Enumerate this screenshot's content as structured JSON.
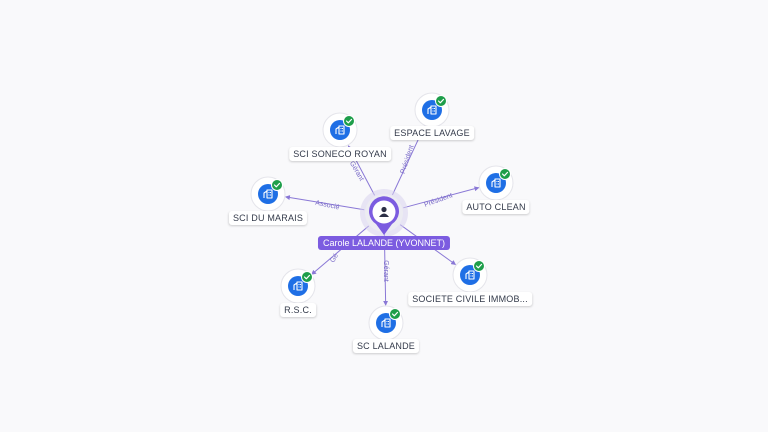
{
  "center": {
    "name": "Carole LALANDE (YVONNET)",
    "icon": "person-icon"
  },
  "colors": {
    "accent": "#7c5ce0",
    "node_blue": "#1f6fe5",
    "check_green": "#1e9e4a",
    "edge": "#8a78d6",
    "edge_label": "#7a6bc8"
  },
  "companies": [
    {
      "name": "ESPACE LAVAGE",
      "role": "Président",
      "icon": "company-building-icon",
      "verified": true
    },
    {
      "name": "SCI SONECO ROYAN",
      "role": "Gérant",
      "icon": "company-building-icon",
      "verified": true
    },
    {
      "name": "SCI DU MARAIS",
      "role": "Associé",
      "icon": "company-building-icon",
      "verified": true
    },
    {
      "name": "AUTO CLEAN",
      "role": "Président",
      "icon": "company-building-icon",
      "verified": true
    },
    {
      "name": "R.S.C.",
      "role": "Gé",
      "icon": "company-building-icon",
      "verified": true
    },
    {
      "name": "SC LALANDE",
      "role": "Gérant",
      "icon": "company-building-icon",
      "verified": true
    },
    {
      "name": "SOCIETE CIVILE IMMOB...",
      "role": "",
      "icon": "company-building-icon",
      "verified": true
    }
  ]
}
